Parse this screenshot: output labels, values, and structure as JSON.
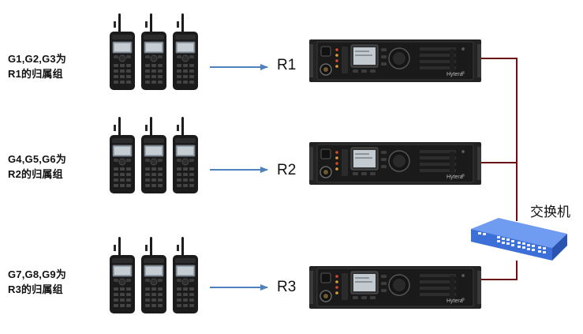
{
  "groups": [
    {
      "line1": "G1,G2,G3为",
      "line2": "R1的归属组",
      "repeater": "R1"
    },
    {
      "line1": "G4,G5,G6为",
      "line2": "R2的归属组",
      "repeater": "R2"
    },
    {
      "line1": "G7,G8,G9为",
      "line2": "R3的归属组",
      "repeater": "R3"
    }
  ],
  "repeater_brand": "Hytera",
  "switch_label": "交换机",
  "colors": {
    "arrow": "#4f81bd",
    "cable": "#6b0f17",
    "switch": "#3d6fd8",
    "radio": "#1b1b1b",
    "repeater": "#232323"
  }
}
